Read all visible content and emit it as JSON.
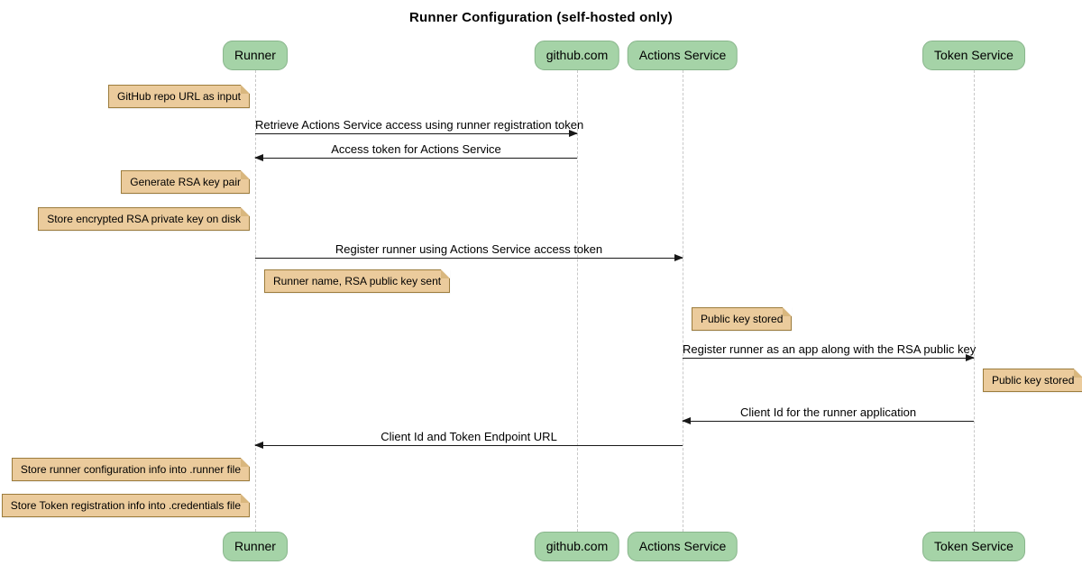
{
  "title": "Runner Configuration (self-hosted only)",
  "colors": {
    "actor_fill": "#a5d3a7",
    "actor_border": "#88b58b",
    "note_fill": "#ebcb9c",
    "note_border": "#9c7c3c",
    "lifeline": "#c8c8c8",
    "arrow": "#181818",
    "background": "#ffffff"
  },
  "participants": [
    {
      "id": "runner",
      "label": "Runner"
    },
    {
      "id": "github",
      "label": "github.com"
    },
    {
      "id": "actions-service",
      "label": "Actions Service"
    },
    {
      "id": "token-service",
      "label": "Token Service"
    }
  ],
  "messages": [
    {
      "from": "Runner",
      "to": "github.com",
      "label": "Retrieve Actions Service access using runner registration token"
    },
    {
      "from": "github.com",
      "to": "Runner",
      "label": "Access token for Actions Service"
    },
    {
      "from": "Runner",
      "to": "Actions Service",
      "label": "Register runner using Actions Service access token"
    },
    {
      "from": "Actions Service",
      "to": "Token Service",
      "label": "Register runner as an app along with the RSA public key"
    },
    {
      "from": "Token Service",
      "to": "Actions Service",
      "label": "Client Id for the runner application"
    },
    {
      "from": "Actions Service",
      "to": "Runner",
      "label": "Client Id and Token Endpoint URL"
    }
  ],
  "notes": [
    {
      "of": "Runner",
      "side": "left",
      "label": "GitHub repo URL as input"
    },
    {
      "of": "Runner",
      "side": "left",
      "label": "Generate RSA key pair"
    },
    {
      "of": "Runner",
      "side": "left",
      "label": "Store encrypted RSA private key on disk"
    },
    {
      "of": "Runner",
      "side": "right",
      "label": "Runner name, RSA public key sent"
    },
    {
      "of": "Actions Service",
      "side": "right",
      "label": "Public key stored"
    },
    {
      "of": "Token Service",
      "side": "right",
      "label": "Public key stored"
    },
    {
      "of": "Runner",
      "side": "left",
      "label": "Store runner configuration info into .runner file"
    },
    {
      "of": "Runner",
      "side": "left",
      "label": "Store Token registration info into .credentials file"
    }
  ]
}
